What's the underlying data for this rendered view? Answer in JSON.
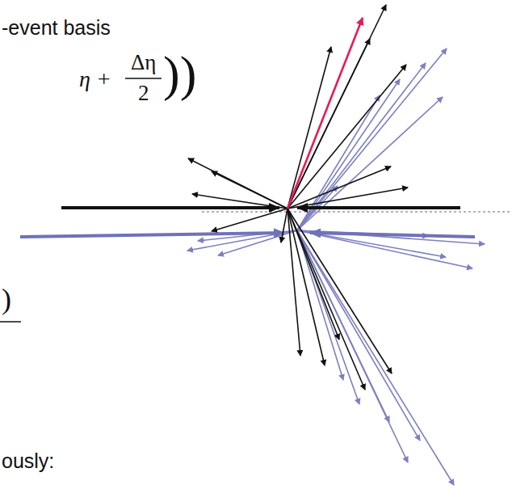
{
  "diagram": {
    "labels": [
      "-event basis",
      "η +",
      "Δη",
      "2",
      "))",
      ")",
      "ously:"
    ]
  }
}
